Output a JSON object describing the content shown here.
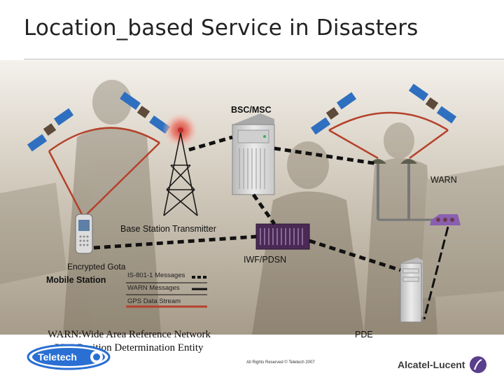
{
  "slide": {
    "title": "Location_based Service in Disasters"
  },
  "diagram": {
    "labels": {
      "bsc_msc": "BSC/MSC",
      "warn_node": "WARN",
      "base_station": "Base Station Transmitter",
      "iwf_pdsn": "IWF/PDSN",
      "encrypted_gota": "Encrypted Gota",
      "mobile_station": "Mobile Station",
      "pde_node": "PDE"
    },
    "legend": {
      "is801": "IS-801-1 Messages",
      "warn_messages": "WARN Messages",
      "gps": "GPS Data Stream"
    },
    "colors": {
      "dashed_link": "#111111",
      "gps_stream": "#b5412a",
      "satellite_panel": "#2f6fbf",
      "cabinet": "#d6d6d6",
      "router": "#4a2a55"
    }
  },
  "definitions": {
    "warn": "WARN:Wide Area Reference Network",
    "pde": "PDE:Position Determination Entity"
  },
  "footer": {
    "copyright": "All Rights Reserved © Teletech 2007",
    "teletech_logo": "Teletech",
    "brand": "Alcatel-Lucent"
  }
}
